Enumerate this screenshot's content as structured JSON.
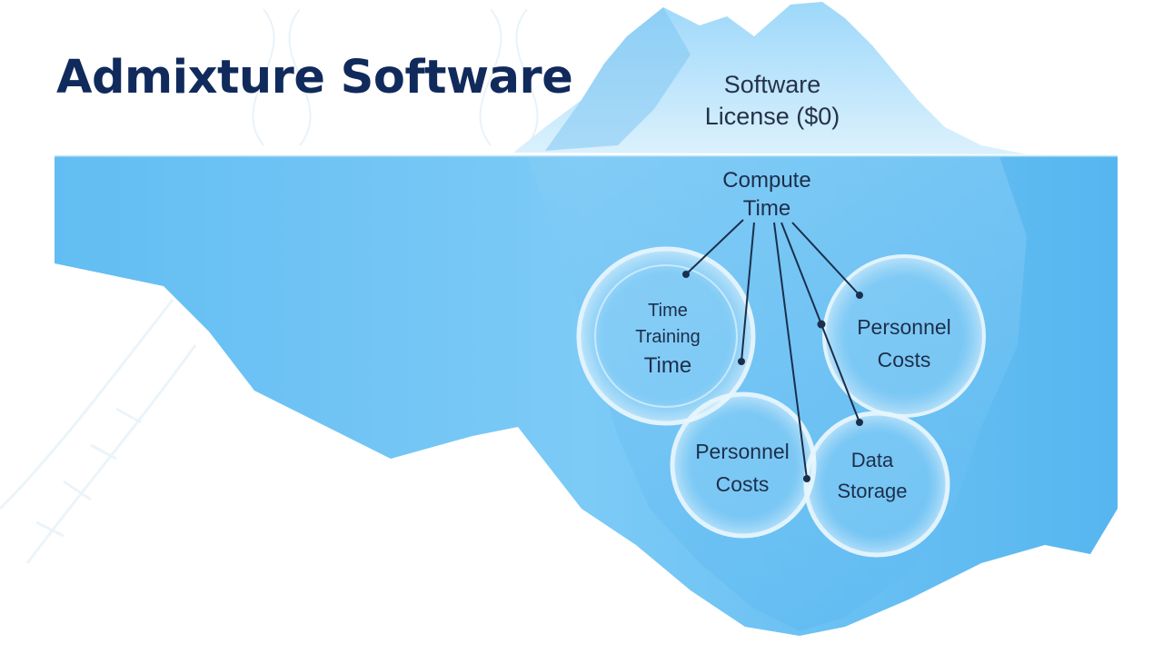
{
  "title": "Admixture Software",
  "tip": {
    "line1": "Software",
    "line2": "License ($0)"
  },
  "hub": {
    "line1": "Compute",
    "line2": "Time"
  },
  "nodes": [
    {
      "line1": "Time",
      "line2": "Training",
      "line3": "Time"
    },
    {
      "line1": "Personnel",
      "line2": "Costs"
    },
    {
      "line1": "Personnel",
      "line2": "Costs"
    },
    {
      "line1": "Data",
      "line2": "Storage"
    }
  ],
  "colors": {
    "title": "#102a5c",
    "water": "#5ab8f0",
    "water_light": "#8fd2f8",
    "ice_tip": "#bfe4f9",
    "line": "#1a2f4e"
  }
}
